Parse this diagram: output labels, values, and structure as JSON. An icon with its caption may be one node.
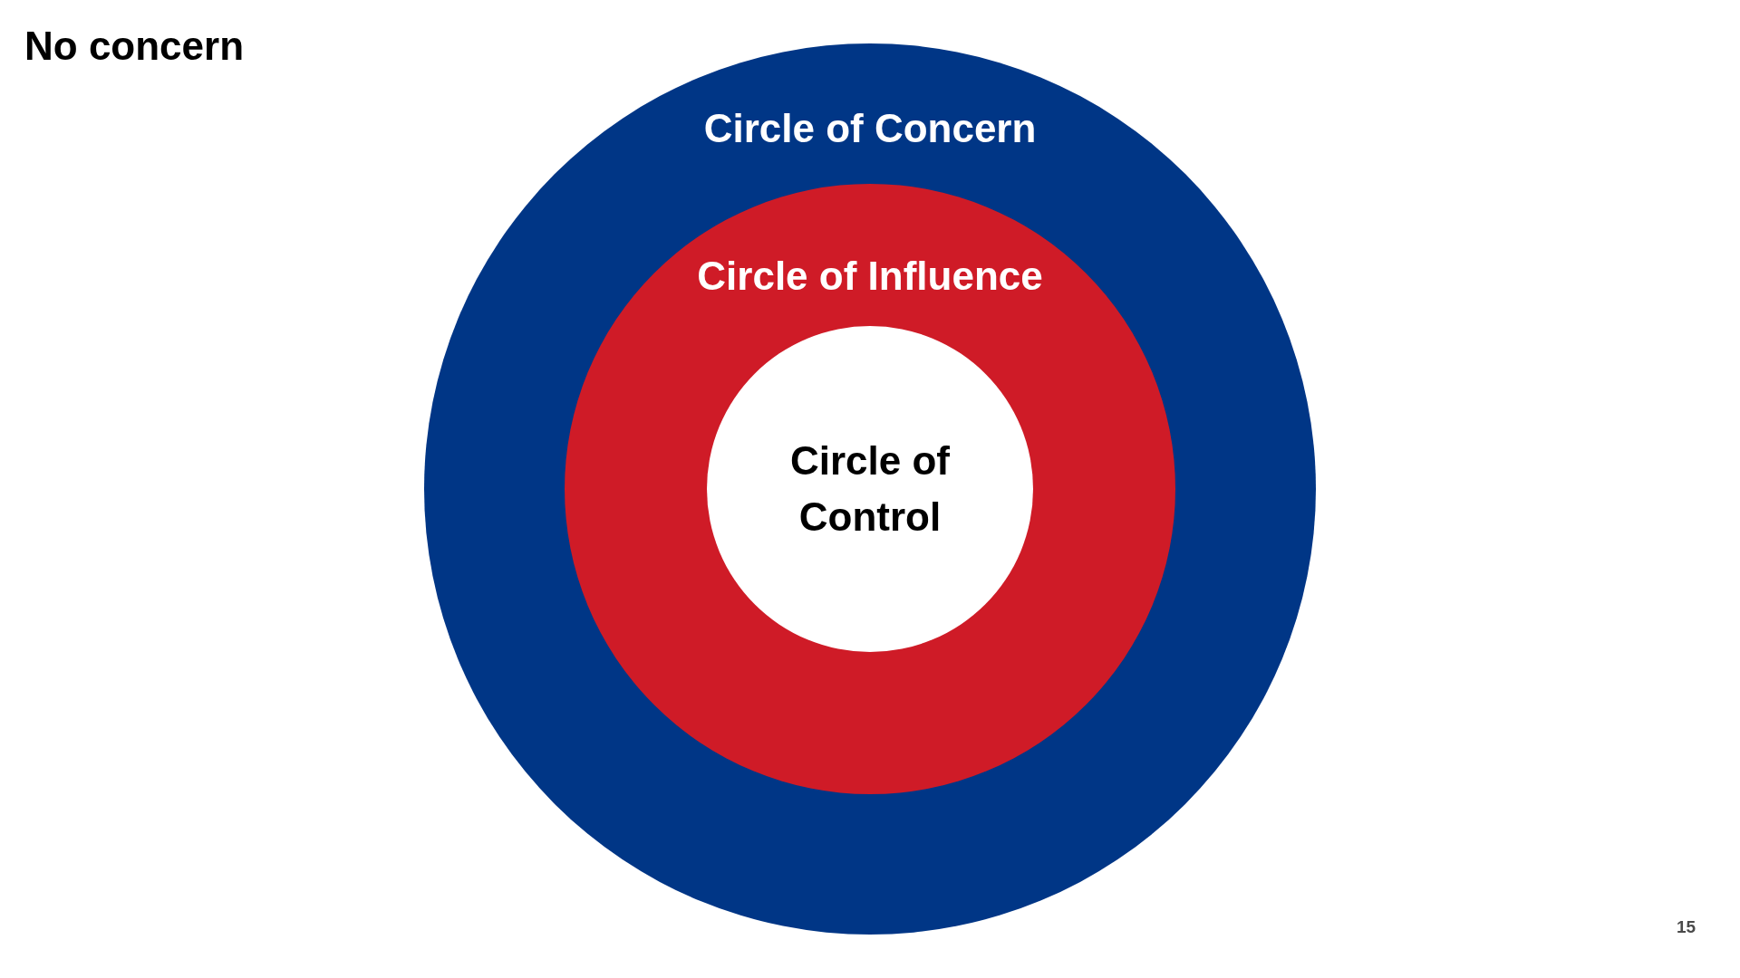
{
  "diagram": {
    "title": "No concern",
    "nodes": [
      {
        "text": [
          "Circle of Concern"
        ]
      },
      {
        "text": [
          "Circle of Influence"
        ],
        "in": 0
      },
      {
        "text": [
          "Circle of Control"
        ],
        "in": 1
      }
    ],
    "edges": [],
    "labels": [
      "15"
    ]
  }
}
